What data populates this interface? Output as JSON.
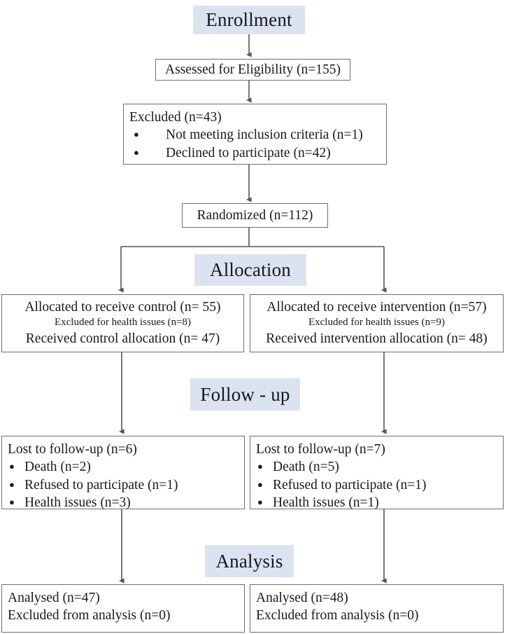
{
  "diagram": {
    "title": "CONSORT participant flow diagram",
    "colors": {
      "stage_header_bg": "#dce3f0",
      "box_border": "#6e6e6e",
      "connector": "#555555",
      "text": "#1a1a1a",
      "background": "#ffffff"
    }
  },
  "stages": {
    "enrollment": "Enrollment",
    "allocation": "Allocation",
    "followup": "Follow - up",
    "analysis": "Analysis"
  },
  "enrollment": {
    "assessed": "Assessed  for Eligibility (n=155)",
    "excluded_title": "Excluded (n=43)",
    "excluded_reasons": [
      "Not meeting  inclusion criteria (n=1)",
      "Declined  to participate  (n=42)"
    ],
    "randomized": "Randomized (n=112)"
  },
  "allocation": {
    "control": {
      "allocated": "Allocated to receive control (n= 55)",
      "excluded": "Excluded for health  issues (n=8)",
      "received": "Received control allocation (n= 47)"
    },
    "intervention": {
      "allocated": "Allocated to receive intervention (n=57)",
      "excluded": "Excluded for health  issues (n=9)",
      "received": "Received intervention allocation (n= 48)"
    }
  },
  "followup": {
    "control": {
      "lost_title": "Lost to follow-up (n=6)",
      "reasons": [
        "Death (n=2)",
        "Refused to participate  (n=1)",
        "Health issues (n=3)"
      ]
    },
    "intervention": {
      "lost_title": "Lost to follow-up (n=7)",
      "reasons": [
        "Death (n=5)",
        "Refused to participate  (n=1)",
        "Health issues (n=1)"
      ]
    }
  },
  "analysis": {
    "control": {
      "analysed": "Analysed (n=47)",
      "excluded": "Excluded from analysis (n=0)"
    },
    "intervention": {
      "analysed": "Analysed (n=48)",
      "excluded": "Excluded from analysis (n=0)"
    }
  },
  "chart_data": {
    "type": "diagram",
    "flow": "CONSORT",
    "nodes": [
      {
        "id": "assessed",
        "label": "Assessed  for Eligibility (n=155)",
        "n": 155
      },
      {
        "id": "excluded",
        "label": "Excluded (n=43)",
        "n": 43,
        "children": [
          {
            "label": "Not meeting  inclusion criteria (n=1)",
            "n": 1
          },
          {
            "label": "Declined  to participate  (n=42)",
            "n": 42
          }
        ]
      },
      {
        "id": "randomized",
        "label": "Randomized (n=112)",
        "n": 112
      },
      {
        "id": "alloc-control",
        "label": "Allocated to receive control (n= 55)",
        "n": 55,
        "sub": [
          {
            "label": "Excluded for health  issues (n=8)",
            "n": 8
          },
          {
            "label": "Received control allocation (n= 47)",
            "n": 47
          }
        ]
      },
      {
        "id": "alloc-intervention",
        "label": "Allocated to receive intervention (n=57)",
        "n": 57,
        "sub": [
          {
            "label": "Excluded for health  issues (n=9)",
            "n": 9
          },
          {
            "label": "Received intervention allocation (n= 48)",
            "n": 48
          }
        ]
      },
      {
        "id": "fu-control",
        "label": "Lost to follow-up (n=6)",
        "n": 6,
        "children": [
          {
            "label": "Death (n=2)",
            "n": 2
          },
          {
            "label": "Refused to participate  (n=1)",
            "n": 1
          },
          {
            "label": "Health issues (n=3)",
            "n": 3
          }
        ]
      },
      {
        "id": "fu-intervention",
        "label": "Lost to follow-up (n=7)",
        "n": 7,
        "children": [
          {
            "label": "Death (n=5)",
            "n": 5
          },
          {
            "label": "Refused to participate  (n=1)",
            "n": 1
          },
          {
            "label": "Health issues (n=1)",
            "n": 1
          }
        ]
      },
      {
        "id": "an-control",
        "label": "Analysed (n=47)",
        "n": 47,
        "sub": [
          {
            "label": "Excluded from analysis (n=0)",
            "n": 0
          }
        ]
      },
      {
        "id": "an-intervention",
        "label": "Analysed (n=48)",
        "n": 48,
        "sub": [
          {
            "label": "Excluded from analysis (n=0)",
            "n": 0
          }
        ]
      }
    ],
    "stage_labels": [
      "Enrollment",
      "Allocation",
      "Follow - up",
      "Analysis"
    ]
  }
}
